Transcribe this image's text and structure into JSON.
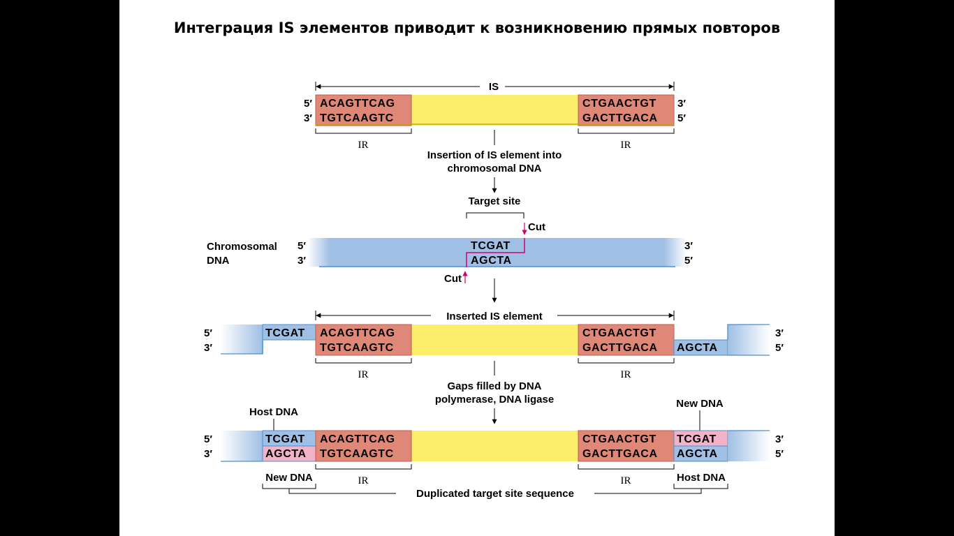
{
  "title": "Интеграция IS элементов приводит к возникновению прямых повторов",
  "colors": {
    "ir_box": "#e08878",
    "ir_border": "#c25a4a",
    "core": "#fbee6a",
    "chromosome": "#9fbfe4",
    "chromosome_edge": "#4c8fd0",
    "new_dna": "#f2b2c8",
    "cut_arrow": "#d1006c"
  },
  "ir_label": "IR",
  "five_prime": "5′",
  "three_prime": "3′",
  "panel1": {
    "span_label": "IS",
    "left_top": "ACAGTTCAG",
    "left_bottom": "TGTCAAGTC",
    "right_top": "CTGAACTGT",
    "right_bottom": "GACTTGACA"
  },
  "step1": {
    "line1": "Insertion of IS element into",
    "line2": "chromosomal DNA"
  },
  "target_site_label": "Target site",
  "cut_label": "Cut",
  "panel2": {
    "chromosomal_label": "Chromosomal",
    "dna_label": "DNA",
    "top_seq": "TCGAT",
    "bottom_seq": "AGCTA"
  },
  "panel3": {
    "span_label": "Inserted IS element",
    "left_overhang": "TCGAT",
    "right_overhang": "AGCTA"
  },
  "step2": {
    "line1": "Gaps filled by DNA",
    "line2": "polymerase, DNA ligase"
  },
  "panel4": {
    "host_dna_label": "Host DNA",
    "new_dna_label": "New DNA",
    "left_top": "TCGAT",
    "left_bottom": "AGCTA",
    "right_top": "TCGAT",
    "right_bottom": "AGCTA",
    "duplicated_label": "Duplicated target site sequence"
  }
}
